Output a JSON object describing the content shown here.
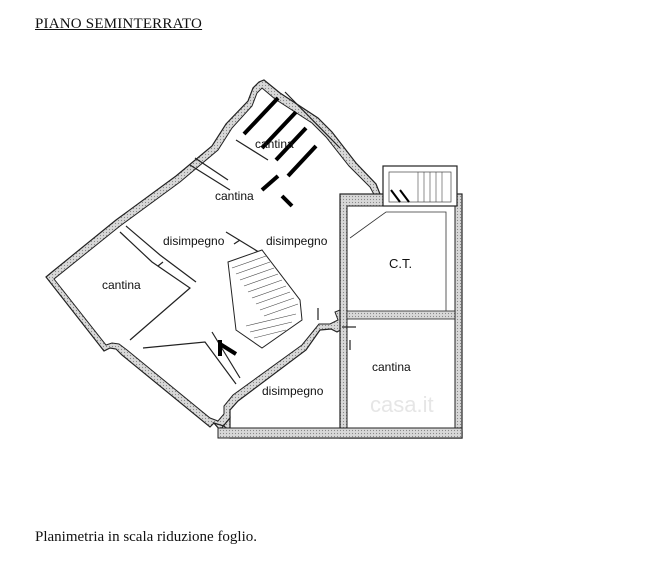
{
  "header": {
    "title": "PIANO SEMINTERRATO"
  },
  "footer": {
    "caption": "Planimetria in scala riduzione foglio."
  },
  "plan": {
    "rooms": [
      {
        "id": "cantina-top",
        "label": "cantina"
      },
      {
        "id": "cantina-upper",
        "label": "cantina"
      },
      {
        "id": "disimpegno-left",
        "label": "disimpegno"
      },
      {
        "id": "disimpegno-right",
        "label": "disimpegno"
      },
      {
        "id": "ct",
        "label": "C.T."
      },
      {
        "id": "cantina-left",
        "label": "cantina"
      },
      {
        "id": "cantina-right",
        "label": "cantina"
      },
      {
        "id": "disimpegno-bottom",
        "label": "disimpegno"
      }
    ]
  },
  "colors": {
    "wall_stroke": "#222222",
    "wall_hatch": "#cfcfcf",
    "background": "#ffffff"
  }
}
